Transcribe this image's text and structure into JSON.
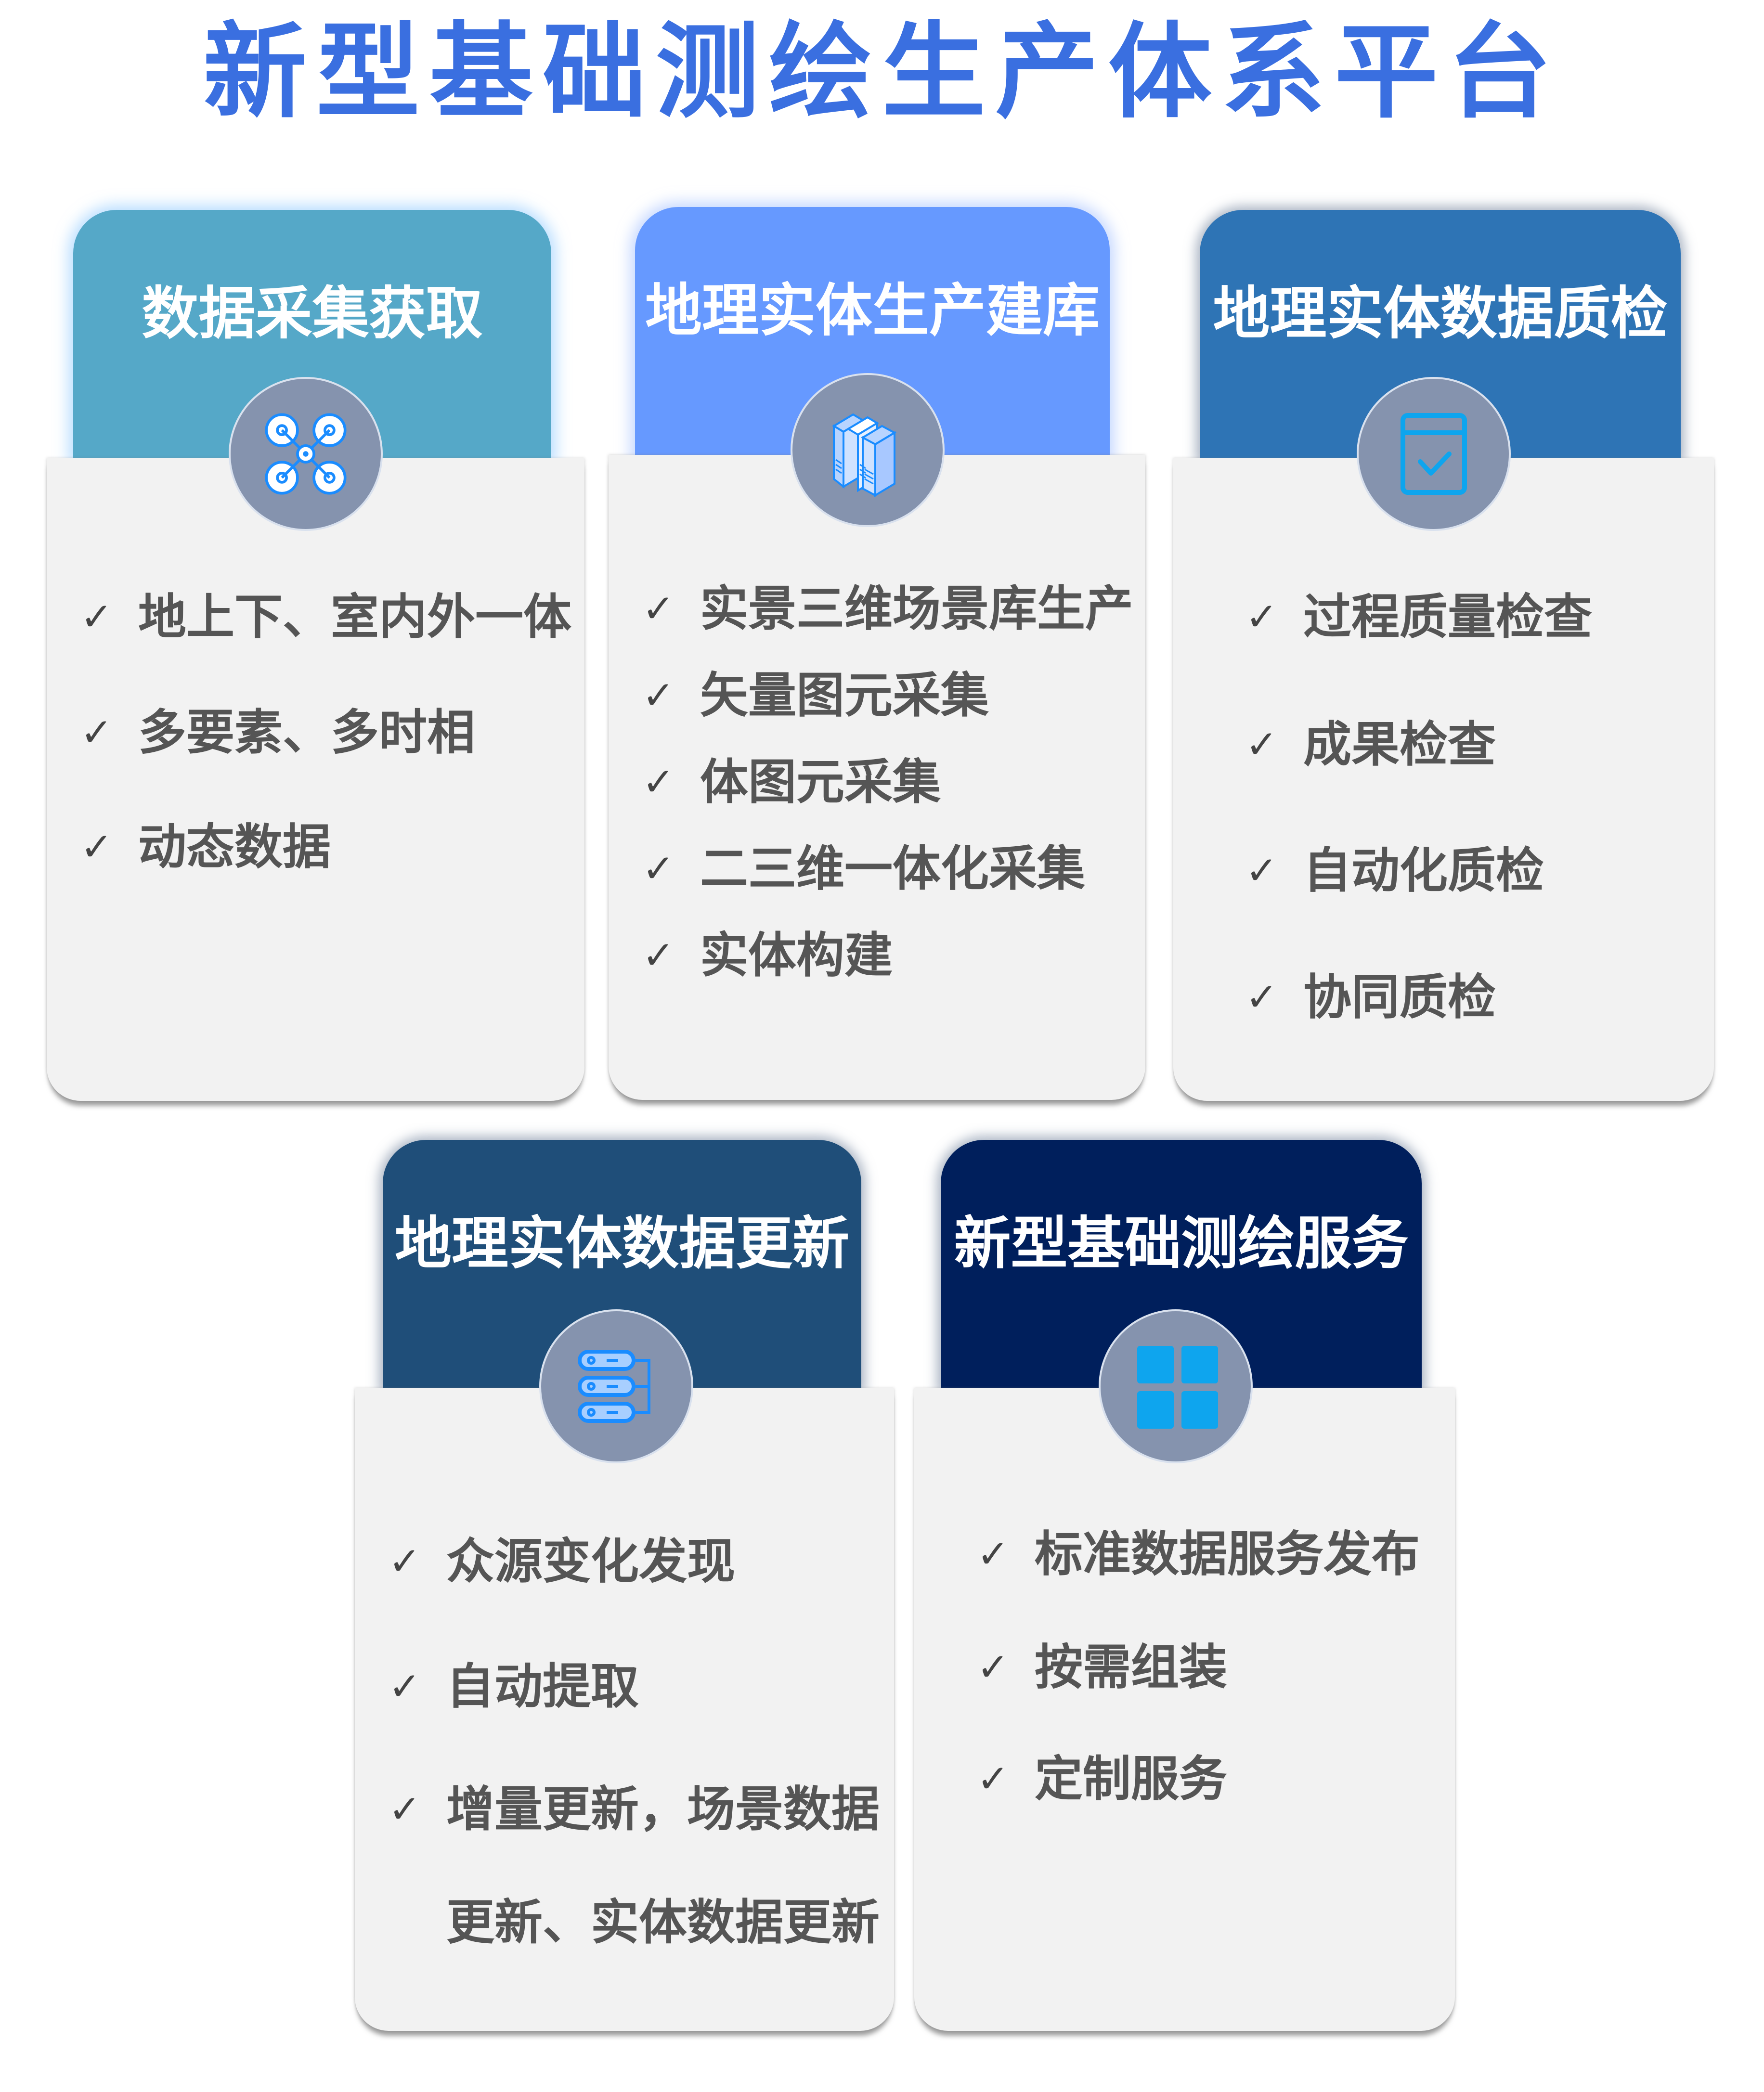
{
  "title": "新型基础测绘生产体系平台",
  "colors": {
    "title": "#3a6fe0",
    "card1_header": "#55a8c8",
    "card2_header": "#6699ff",
    "card3_header": "#2e74b5",
    "card4_header": "#1f4e79",
    "card5_header": "#001f5c",
    "card_body": "#f2f2f2",
    "icon_circle": "#8593ae",
    "icon_blue": "#1a8cff",
    "item_text": "#555555"
  },
  "check_glyph": "✓",
  "cards": [
    {
      "title": "数据采集获取",
      "icon": "drone-icon",
      "items": [
        "地上下、室内外一体",
        "多要素、多时相",
        "动态数据"
      ]
    },
    {
      "title": "地理实体生产建库",
      "icon": "server-rack-icon",
      "items": [
        "实景三维场景库生产",
        "矢量图元采集",
        "体图元采集",
        "二三维一体化采集",
        "实体构建"
      ]
    },
    {
      "title": "地理实体数据质检",
      "icon": "checklist-window-icon",
      "items": [
        "过程质量检查",
        "成果检查",
        "自动化质检",
        "协同质检"
      ]
    },
    {
      "title": "地理实体数据更新",
      "icon": "database-servers-icon",
      "items": [
        "众源变化发现",
        "自动提取",
        "增量更新，场景数据",
        "更新、实体数据更新"
      ]
    },
    {
      "title": "新型基础测绘服务",
      "icon": "grid-tiles-icon",
      "items": [
        "标准数据服务发布",
        "按需组装",
        "定制服务"
      ]
    }
  ]
}
